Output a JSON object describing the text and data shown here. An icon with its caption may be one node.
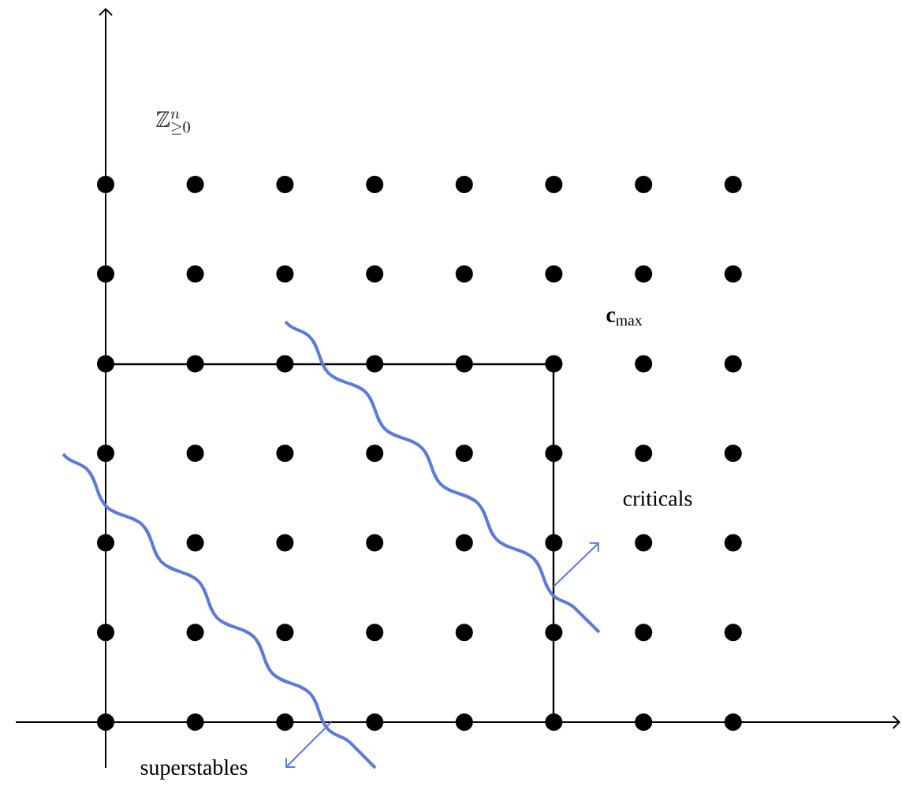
{
  "diagram": {
    "labels": [
      "\\mathbb{Z}^n_{\\geq 0}",
      "\\mathbf{c}_{\\max}",
      "criticals",
      "superstables"
    ]
  }
}
